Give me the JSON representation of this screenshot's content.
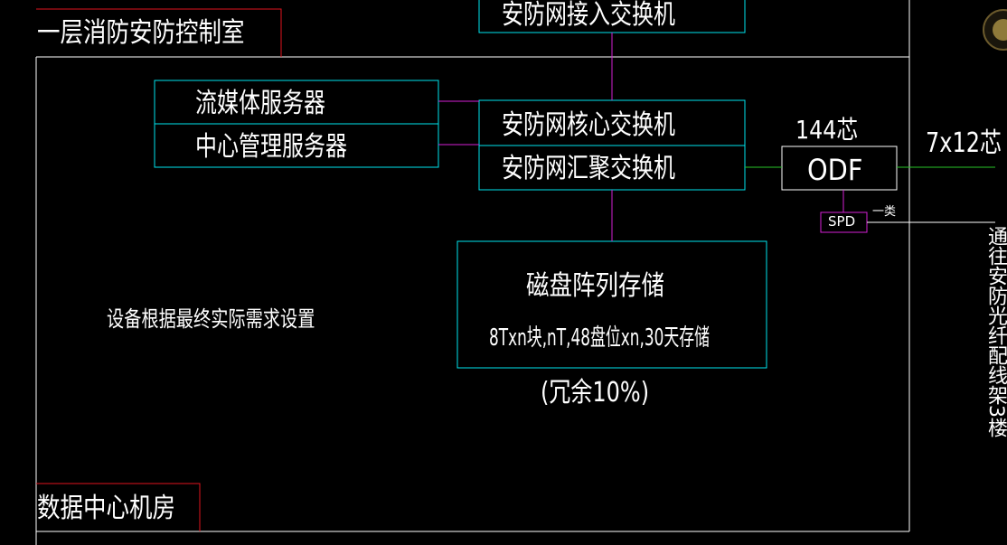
{
  "room_top": {
    "title": "一层消防安防控制室"
  },
  "room_bottom": {
    "title": "数据中心机房"
  },
  "access_switch": {
    "label": "安防网接入交换机"
  },
  "core_switch": {
    "label": "安防网核心交换机"
  },
  "agg_switch": {
    "label": "安防网汇聚交换机"
  },
  "streaming_server": {
    "label": "流媒体服务器"
  },
  "mgmt_server": {
    "label": "中心管理服务器"
  },
  "odf": {
    "fiber": "144芯",
    "label": "ODF",
    "out_label": "7x12芯"
  },
  "spd": {
    "label": "SPD",
    "class": "一类"
  },
  "storage": {
    "title": "磁盘阵列存储",
    "spec": "8Txn块,nT,48盘位xn,30天存储",
    "redundancy": "(冗余10%)"
  },
  "note": "设备根据最终实际需求设置",
  "side_note": "通往安防光纤配线架3楼",
  "colors": {
    "white": "#ffffff",
    "cyan": "#00e5ee",
    "red": "#e0141e",
    "magenta": "#d41fd4",
    "green": "#27c427"
  }
}
